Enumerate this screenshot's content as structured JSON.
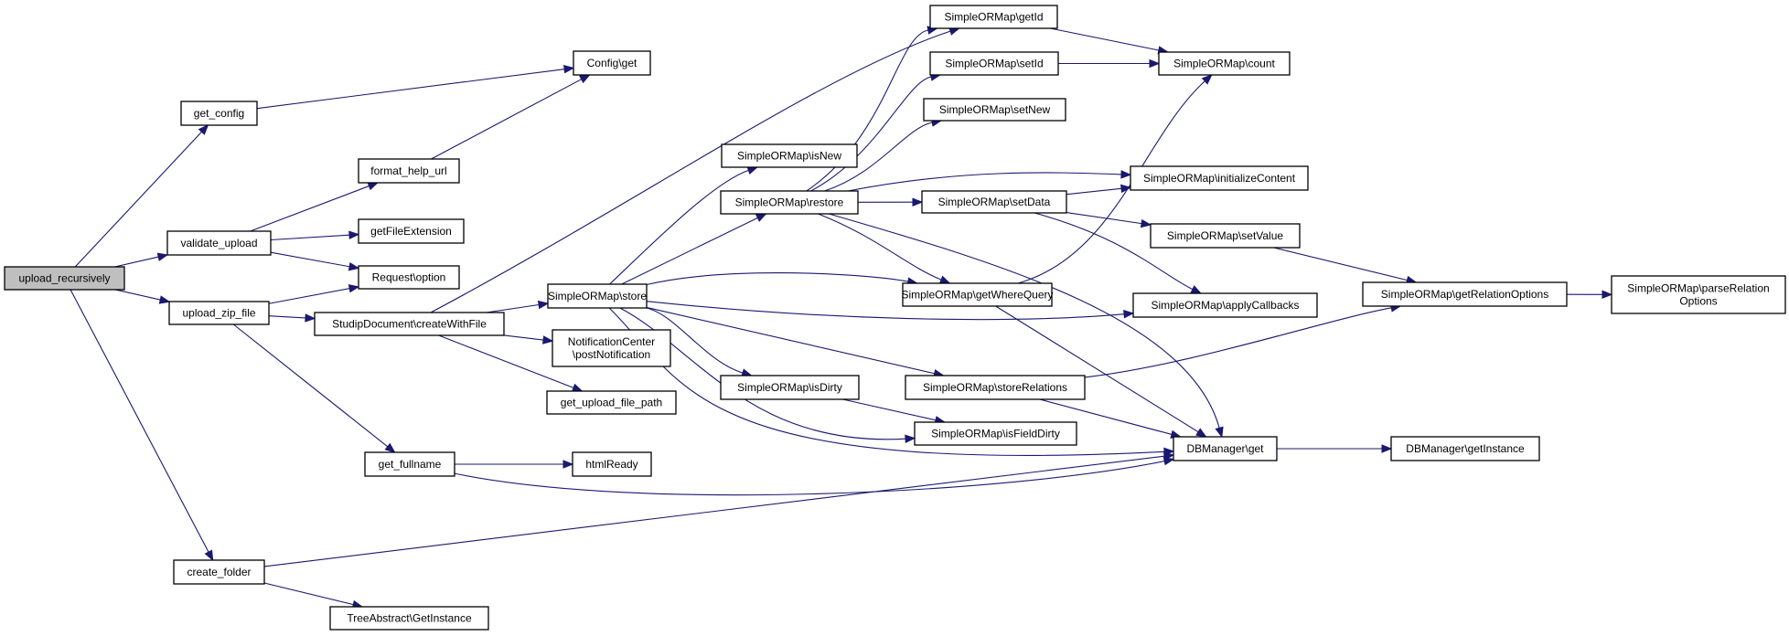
{
  "diagram": {
    "type": "call-graph",
    "colors": {
      "edge": "#191970",
      "node_border": "#000000",
      "node_fill": "#ffffff",
      "root_fill": "#bfbfbf"
    },
    "nodes": [
      {
        "id": "upload_recursively",
        "label": [
          "upload_recursively"
        ],
        "root": true
      },
      {
        "id": "get_config",
        "label": [
          "get_config"
        ]
      },
      {
        "id": "validate_upload",
        "label": [
          "validate_upload"
        ]
      },
      {
        "id": "upload_zip_file",
        "label": [
          "upload_zip_file"
        ]
      },
      {
        "id": "create_folder",
        "label": [
          "create_folder"
        ]
      },
      {
        "id": "config_get",
        "label": [
          "Config\\get"
        ]
      },
      {
        "id": "format_help_url",
        "label": [
          "format_help_url"
        ]
      },
      {
        "id": "getFileExtension",
        "label": [
          "getFileExtension"
        ]
      },
      {
        "id": "request_option",
        "label": [
          "Request\\option"
        ]
      },
      {
        "id": "createWithFile",
        "label": [
          "StudipDocument\\createWithFile"
        ]
      },
      {
        "id": "get_fullname",
        "label": [
          "get_fullname"
        ]
      },
      {
        "id": "tree_getinstance",
        "label": [
          "TreeAbstract\\GetInstance"
        ]
      },
      {
        "id": "sorm_store",
        "label": [
          "SimpleORMap\\store"
        ]
      },
      {
        "id": "postNotification",
        "label": [
          "NotificationCenter",
          "\\postNotification"
        ]
      },
      {
        "id": "get_upload_file_path",
        "label": [
          "get_upload_file_path"
        ]
      },
      {
        "id": "htmlReady",
        "label": [
          "htmlReady"
        ]
      },
      {
        "id": "sorm_isNew",
        "label": [
          "SimpleORMap\\isNew"
        ]
      },
      {
        "id": "sorm_restore",
        "label": [
          "SimpleORMap\\restore"
        ]
      },
      {
        "id": "sorm_isDirty",
        "label": [
          "SimpleORMap\\isDirty"
        ]
      },
      {
        "id": "sorm_getId",
        "label": [
          "SimpleORMap\\getId"
        ]
      },
      {
        "id": "sorm_setId",
        "label": [
          "SimpleORMap\\setId"
        ]
      },
      {
        "id": "sorm_setNew",
        "label": [
          "SimpleORMap\\setNew"
        ]
      },
      {
        "id": "sorm_setData",
        "label": [
          "SimpleORMap\\setData"
        ]
      },
      {
        "id": "sorm_getWhereQuery",
        "label": [
          "SimpleORMap\\getWhereQuery"
        ]
      },
      {
        "id": "sorm_storeRelations",
        "label": [
          "SimpleORMap\\storeRelations"
        ]
      },
      {
        "id": "sorm_isFieldDirty",
        "label": [
          "SimpleORMap\\isFieldDirty"
        ]
      },
      {
        "id": "sorm_count",
        "label": [
          "SimpleORMap\\count"
        ]
      },
      {
        "id": "sorm_initializeContent",
        "label": [
          "SimpleORMap\\initializeContent"
        ]
      },
      {
        "id": "sorm_setValue",
        "label": [
          "SimpleORMap\\setValue"
        ]
      },
      {
        "id": "sorm_applyCallbacks",
        "label": [
          "SimpleORMap\\applyCallbacks"
        ]
      },
      {
        "id": "dbm_get",
        "label": [
          "DBManager\\get"
        ]
      },
      {
        "id": "sorm_getRelationOptions",
        "label": [
          "SimpleORMap\\getRelationOptions"
        ]
      },
      {
        "id": "dbm_getInstance",
        "label": [
          "DBManager\\getInstance"
        ]
      },
      {
        "id": "sorm_parseRelationOptions",
        "label": [
          "SimpleORMap\\parseRelation",
          "Options"
        ]
      }
    ],
    "edges": [
      {
        "from": "upload_recursively",
        "to": "get_config"
      },
      {
        "from": "upload_recursively",
        "to": "validate_upload"
      },
      {
        "from": "upload_recursively",
        "to": "upload_zip_file"
      },
      {
        "from": "upload_recursively",
        "to": "create_folder"
      },
      {
        "from": "get_config",
        "to": "config_get"
      },
      {
        "from": "format_help_url",
        "to": "config_get"
      },
      {
        "from": "validate_upload",
        "to": "format_help_url"
      },
      {
        "from": "validate_upload",
        "to": "getFileExtension"
      },
      {
        "from": "validate_upload",
        "to": "request_option"
      },
      {
        "from": "upload_zip_file",
        "to": "request_option"
      },
      {
        "from": "upload_zip_file",
        "to": "createWithFile"
      },
      {
        "from": "upload_zip_file",
        "to": "get_fullname"
      },
      {
        "from": "createWithFile",
        "to": "sorm_getId"
      },
      {
        "from": "createWithFile",
        "to": "sorm_store"
      },
      {
        "from": "createWithFile",
        "to": "postNotification"
      },
      {
        "from": "createWithFile",
        "to": "get_upload_file_path"
      },
      {
        "from": "get_fullname",
        "to": "htmlReady"
      },
      {
        "from": "get_fullname",
        "to": "dbm_get"
      },
      {
        "from": "create_folder",
        "to": "dbm_get"
      },
      {
        "from": "create_folder",
        "to": "tree_getinstance"
      },
      {
        "from": "sorm_store",
        "to": "sorm_isNew"
      },
      {
        "from": "sorm_store",
        "to": "sorm_restore"
      },
      {
        "from": "sorm_store",
        "to": "sorm_getWhereQuery"
      },
      {
        "from": "sorm_store",
        "to": "sorm_applyCallbacks"
      },
      {
        "from": "sorm_store",
        "to": "sorm_storeRelations"
      },
      {
        "from": "sorm_store",
        "to": "sorm_isDirty"
      },
      {
        "from": "sorm_store",
        "to": "sorm_isFieldDirty"
      },
      {
        "from": "sorm_store",
        "to": "dbm_get"
      },
      {
        "from": "sorm_restore",
        "to": "sorm_getId"
      },
      {
        "from": "sorm_restore",
        "to": "sorm_setId"
      },
      {
        "from": "sorm_restore",
        "to": "sorm_setNew"
      },
      {
        "from": "sorm_restore",
        "to": "sorm_initializeContent"
      },
      {
        "from": "sorm_restore",
        "to": "sorm_setData"
      },
      {
        "from": "sorm_restore",
        "to": "sorm_getWhereQuery"
      },
      {
        "from": "sorm_restore",
        "to": "dbm_get"
      },
      {
        "from": "sorm_getId",
        "to": "sorm_count"
      },
      {
        "from": "sorm_setId",
        "to": "sorm_count"
      },
      {
        "from": "sorm_setData",
        "to": "sorm_initializeContent"
      },
      {
        "from": "sorm_setData",
        "to": "sorm_setValue"
      },
      {
        "from": "sorm_setData",
        "to": "sorm_applyCallbacks"
      },
      {
        "from": "sorm_getWhereQuery",
        "to": "sorm_count"
      },
      {
        "from": "sorm_getWhereQuery",
        "to": "dbm_get"
      },
      {
        "from": "sorm_isDirty",
        "to": "sorm_isFieldDirty"
      },
      {
        "from": "sorm_storeRelations",
        "to": "sorm_getRelationOptions"
      },
      {
        "from": "sorm_storeRelations",
        "to": "dbm_get"
      },
      {
        "from": "sorm_setValue",
        "to": "sorm_getRelationOptions"
      },
      {
        "from": "sorm_getRelationOptions",
        "to": "sorm_parseRelationOptions"
      },
      {
        "from": "dbm_get",
        "to": "dbm_getInstance"
      }
    ]
  }
}
